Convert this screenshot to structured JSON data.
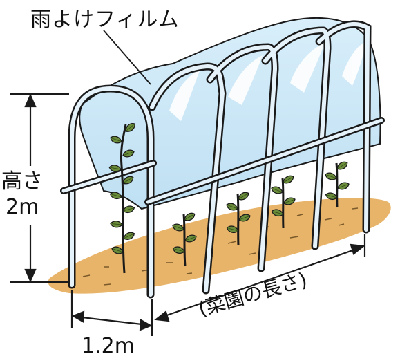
{
  "labels": {
    "film": "雨よけフィルム",
    "height": "高さ",
    "height_value": "2m",
    "width": "1.2m",
    "length": "(菜園の長さ)"
  },
  "colors": {
    "soil": "#E8B46A",
    "film": "#CFE9F7",
    "frame": "#E6F2F9",
    "leaf": "#6A8C3A",
    "outline": "#1a1a1a"
  }
}
